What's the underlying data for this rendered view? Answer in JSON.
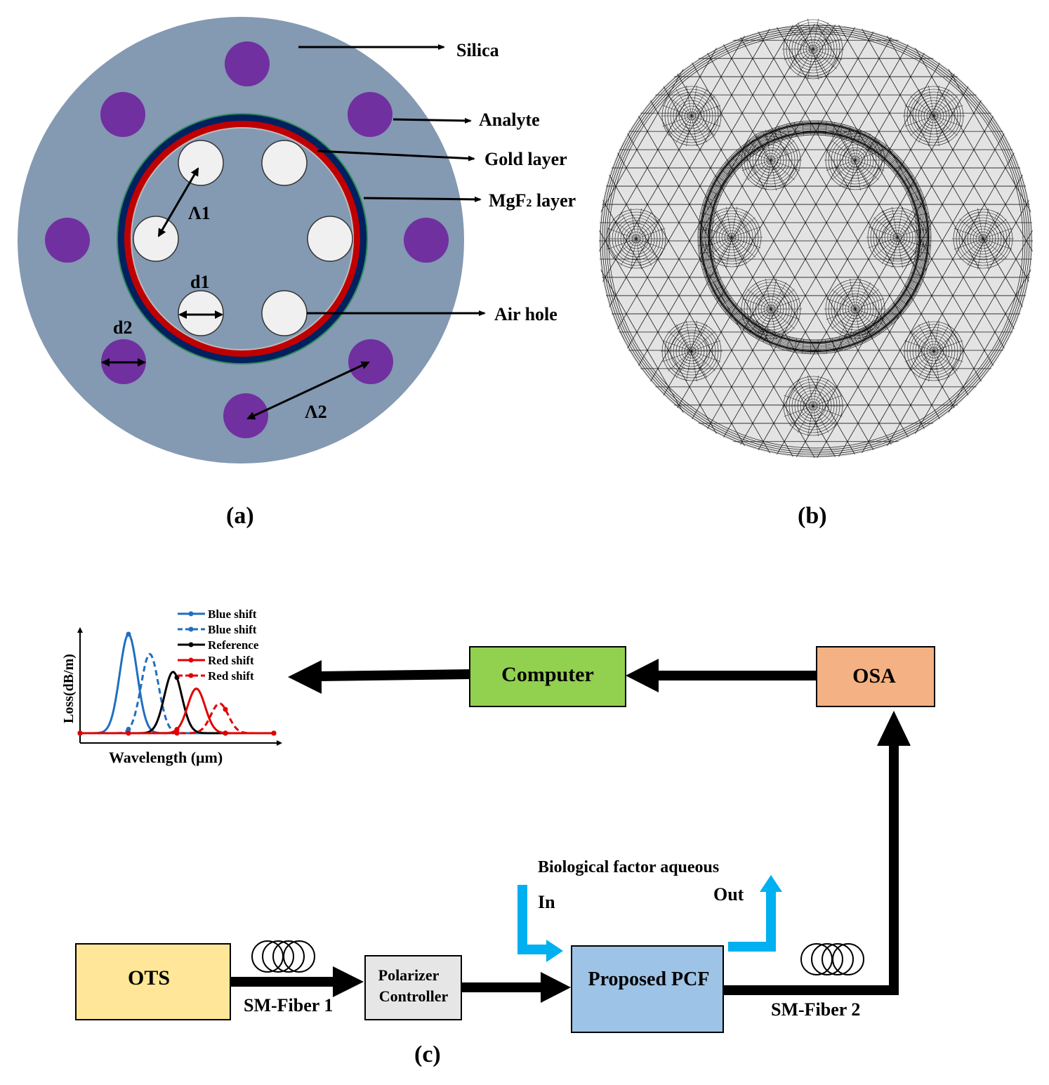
{
  "panel_a": {
    "labels": {
      "silica": "Silica",
      "analyte": "Analyte",
      "gold_layer": "Gold layer",
      "mgf2_main": "MgF",
      "mgf2_sub": "2",
      "mgf2_tail": " layer",
      "air_hole": "Air hole",
      "lambda1": "Λ1",
      "lambda2": "Λ2",
      "d1": "d1",
      "d2": "d2"
    },
    "caption": "(a)",
    "colors": {
      "silica": "#8499b2",
      "analyte": "#7030a0",
      "gold": "#c00000",
      "mgf2": "#002060",
      "air": "#f0f0f0"
    }
  },
  "panel_b": {
    "caption": "(b)"
  },
  "panel_c": {
    "caption": "(c)",
    "blocks": {
      "computer": "Computer",
      "osa": "OSA",
      "ots": "OTS",
      "polarizer_line1": "Polarizer",
      "polarizer_line2": "Controller",
      "pcf": "Proposed PCF"
    },
    "fiber1": "SM-Fiber 1",
    "fiber2": "SM-Fiber 2",
    "flow_title": "Biological factor aqueous",
    "flow_in": "In",
    "flow_out": "Out",
    "colors": {
      "computer": "#92d050",
      "osa": "#f4b183",
      "ots": "#ffe699",
      "polarizer": "#e7e6e6",
      "pcf": "#9dc3e6",
      "flow": "#00b0f0"
    }
  },
  "chart_data": {
    "type": "line",
    "xlabel": "Wavelength (μm)",
    "ylabel": "Loss(dB/m)",
    "series": [
      {
        "name": "Blue shift",
        "style": "solid",
        "color": "#1f6fbf",
        "peak": 0.25,
        "amp": 1.0
      },
      {
        "name": "Blue shift",
        "style": "dashed",
        "color": "#1f6fbf",
        "peak": 0.36,
        "amp": 0.8
      },
      {
        "name": "Reference",
        "style": "solid",
        "color": "#000000",
        "peak": 0.48,
        "amp": 0.62
      },
      {
        "name": "Red shift",
        "style": "solid",
        "color": "#e00000",
        "peak": 0.6,
        "amp": 0.45
      },
      {
        "name": "Red shift",
        "style": "dashed",
        "color": "#e00000",
        "peak": 0.72,
        "amp": 0.3
      }
    ]
  }
}
